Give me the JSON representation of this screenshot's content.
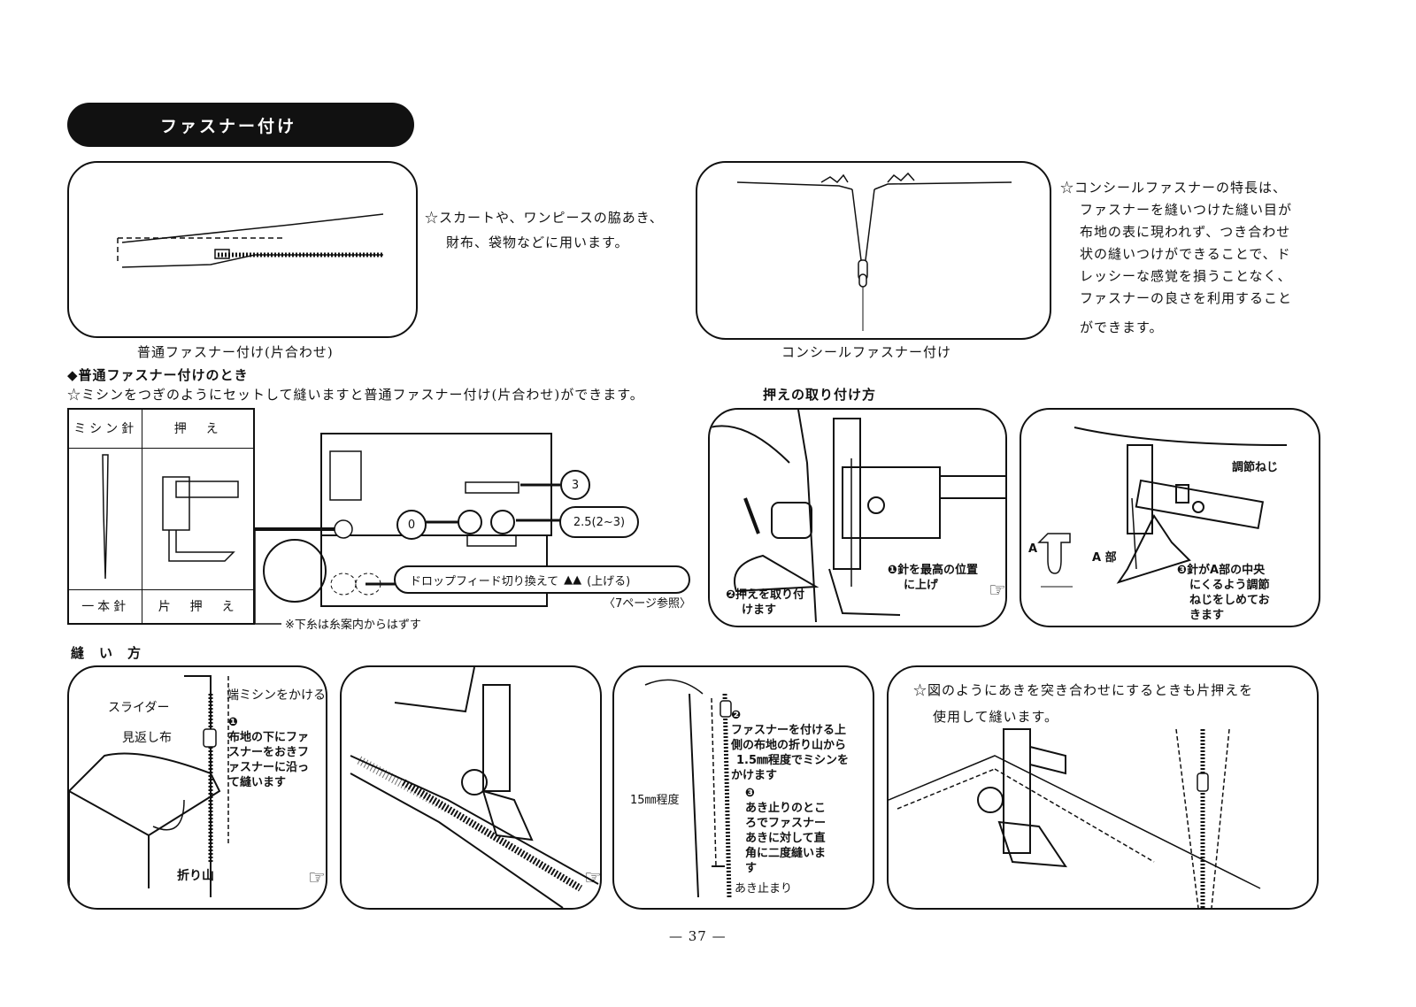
{
  "section_title": "ファスナー付け",
  "intro": {
    "regular_desc_line1": "☆スカートや、ワンピースの脇あき、",
    "regular_desc_line2": "財布、袋物などに用います。",
    "regular_caption": "普通ファスナー付け(片合わせ)",
    "concealed_caption": "コンシールファスナー付け",
    "concealed_desc": [
      "☆コンシールファスナーの特長は、",
      "ファスナーを縫いつけた縫い目が",
      "布地の表に現われず、つき合わせ",
      "状の縫いつけができることで、ド",
      "レッシーな感覚を損うことなく、",
      "ファスナーの良さを利用すること",
      "ができます。"
    ]
  },
  "regular": {
    "heading": "◆普通ファスナー付けのとき",
    "instruction": "☆ミシンをつぎのようにセットして縫いますと普通ファスナー付け(片合わせ)ができます。",
    "table": {
      "col1_header": "ミシン針",
      "col2_header": "押　え",
      "col1_value": "一本針",
      "col2_value": "片　押　え"
    },
    "machine": {
      "stitch_width": "3",
      "pattern": "0",
      "stitch_length": "2.5(2~3)",
      "drop_feed": "ドロップフィード切り換えて",
      "drop_feed_state": "(上げる)",
      "page_ref": "〈7ページ参照〉",
      "note": "※下糸は糸案内からはずす"
    }
  },
  "attach_foot": {
    "heading": "押えの取り付け方",
    "step1": [
      "❶針を最高の位置",
      "に上げ"
    ],
    "step2": [
      "❷押えを取り付",
      "けます"
    ],
    "adjust_screw": "調節ねじ",
    "label_a": "A",
    "label_a_part": "A 部",
    "step3": [
      "❸針がA部の中央",
      "にくるよう調節",
      "ねじをしめてお",
      "きます"
    ]
  },
  "sewing": {
    "heading": "縫　い　方",
    "panel1": {
      "slider": "スライダー",
      "facing": "見返し布",
      "fold": "折り山",
      "edge_stitch": "端ミシンをかける",
      "step1": [
        "❶",
        "布地の下にファ",
        "スナーをおきフ",
        "ァスナーに沿っ",
        "て縫います"
      ]
    },
    "panel3": {
      "step2": [
        "❷",
        "ファスナーを付ける上",
        "側の布地の折り山から",
        "1.5㎜程度でミシンを",
        "かけます"
      ],
      "step3": [
        "❸",
        "あき止りのとこ",
        "ろでファスナー",
        "あきに対して直",
        "角に二度縫いま",
        "す"
      ],
      "approx": "15㎜程度",
      "opening_end": "あき止まり"
    },
    "panel4": {
      "note_line1": "☆図のようにあきを突き合わせにするときも片押えを",
      "note_line2": "使用して縫います。"
    }
  },
  "page_number": "— 37 —"
}
